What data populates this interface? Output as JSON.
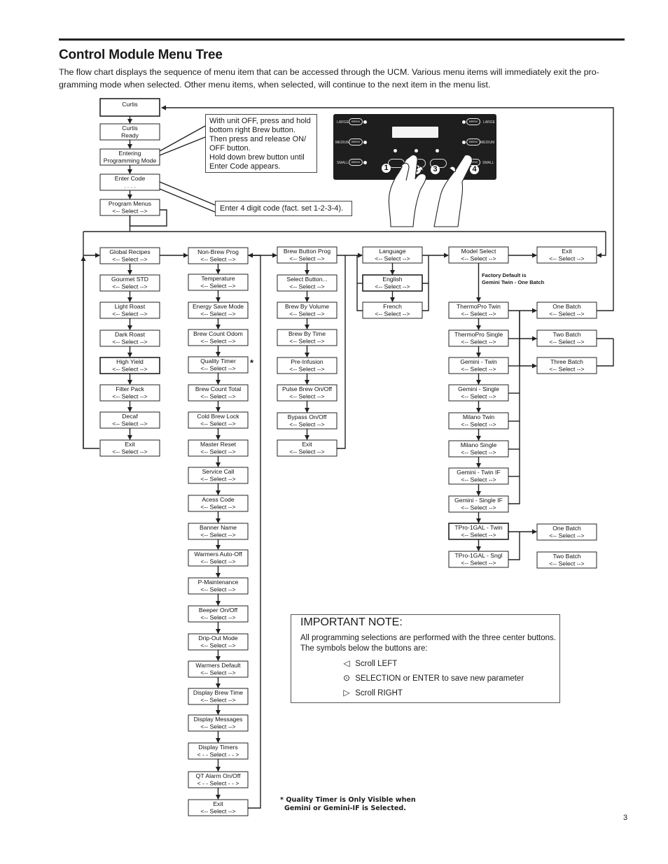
{
  "header": {
    "title": "Control Module Menu Tree",
    "intro": "The flow chart displays the sequence of menu item that can be accessed through the UCM. Various menu items will immediately exit the pro-gramming mode when selected. Other menu items, when selected, will continue to the next item in the menu list."
  },
  "callout_power": {
    "lines": [
      "With unit OFF, press and hold",
      "bottom right Brew button.",
      "Then press and release ON/",
      "OFF button.",
      "Hold down brew button until",
      "Enter Code appears."
    ]
  },
  "callout_code": "Enter 4 digit code (fact. set 1-2-3-4).",
  "factory_default": [
    "Factory Default is",
    "Gemini Twin - One Batch"
  ],
  "quality_timer_star": "*",
  "panel": {
    "numbers": [
      "1",
      "2",
      "3",
      "4"
    ],
    "labels": [
      "LARGE",
      "MEDIUM",
      "SMALL",
      "LARGE",
      "MEDIUM",
      "SMALL"
    ],
    "pill": "BREW"
  },
  "important_note": {
    "title": "IMPORTANT NOTE:",
    "body": "All programming selections are performed with the three center buttons. The symbols below the buttons are:",
    "symbols": [
      {
        "icon": "triangle-left-icon",
        "label": "Scroll LEFT"
      },
      {
        "icon": "circle-dot-icon",
        "label": "SELECTION or ENTER to save new parameter"
      },
      {
        "icon": "triangle-right-icon",
        "label": "Scroll RIGHT"
      }
    ]
  },
  "footnote": [
    "* Quality Timer is Only Visible when",
    "Gemini or Gemini-IF is Selected."
  ],
  "page_number": "3",
  "boxes": [
    {
      "id": "curtis",
      "lines": [
        "Curtis"
      ]
    },
    {
      "id": "curtis-ready",
      "lines": [
        "Curtis",
        "Ready"
      ]
    },
    {
      "id": "entering",
      "lines": [
        "Entering",
        "Programming Mode"
      ]
    },
    {
      "id": "enter-code",
      "lines": [
        "Enter Code",
        ". . . ."
      ]
    },
    {
      "id": "program-menus",
      "lines": [
        "Program Menus",
        "<-- Select -->"
      ]
    },
    {
      "id": "global-recipes",
      "lines": [
        "Global Recipes",
        "<-- Select -->"
      ]
    },
    {
      "id": "gourmet-std",
      "lines": [
        "Gourmet STD",
        "<-- Select -->"
      ]
    },
    {
      "id": "light-roast",
      "lines": [
        "Light Roast",
        "<-- Select -->"
      ]
    },
    {
      "id": "dark-roast",
      "lines": [
        "Dark Roast",
        "<-- Select -->"
      ]
    },
    {
      "id": "high-yield",
      "lines": [
        "High Yield",
        "<-- Select -->"
      ]
    },
    {
      "id": "filter-pack",
      "lines": [
        "Filter Pack",
        "<-- Select -->"
      ]
    },
    {
      "id": "decaf",
      "lines": [
        "Decaf",
        "<-- Select -->"
      ]
    },
    {
      "id": "exit-recipes",
      "lines": [
        "Exit",
        "<-- Select -->"
      ]
    },
    {
      "id": "non-brew-prog",
      "lines": [
        "Non-Brew Prog",
        "<-- Select -->"
      ]
    },
    {
      "id": "temperature",
      "lines": [
        "Temperature",
        "<-- Select -->"
      ]
    },
    {
      "id": "energy-save",
      "lines": [
        "Energy Save Mode",
        "<-- Select -->"
      ]
    },
    {
      "id": "brew-count-odom",
      "lines": [
        "Brew Count Odom",
        "<-- Select -->"
      ]
    },
    {
      "id": "quality-timer",
      "lines": [
        "Quality Timer",
        "<-- Select -->"
      ]
    },
    {
      "id": "brew-count-total",
      "lines": [
        "Brew Count Total",
        "<-- Select -->"
      ]
    },
    {
      "id": "cold-brew-lock",
      "lines": [
        "Cold Brew Lock",
        "<-- Select -->"
      ]
    },
    {
      "id": "master-reset",
      "lines": [
        "Master Reset",
        "<-- Select -->"
      ]
    },
    {
      "id": "service-call",
      "lines": [
        "Service Call",
        "<-- Select -->"
      ]
    },
    {
      "id": "acess-code",
      "lines": [
        "Acess Code",
        "<-- Select -->"
      ]
    },
    {
      "id": "banner-name",
      "lines": [
        "Banner Name",
        "<-- Select -->"
      ]
    },
    {
      "id": "warmers-auto-off",
      "lines": [
        "Warmers Auto-Off",
        "<-- Select -->"
      ]
    },
    {
      "id": "p-maintenance",
      "lines": [
        "P-Maintenance",
        "<-- Select -->"
      ]
    },
    {
      "id": "beeper",
      "lines": [
        "Beeper On/Off",
        "<-- Select -->"
      ]
    },
    {
      "id": "drip-out",
      "lines": [
        "Drip-Out Mode",
        "<-- Select -->"
      ]
    },
    {
      "id": "warmers-default",
      "lines": [
        "Warmers Default",
        "<-- Select -->"
      ]
    },
    {
      "id": "display-brew-time",
      "lines": [
        "Display Brew Time",
        "<-- Select -->"
      ]
    },
    {
      "id": "display-messages",
      "lines": [
        "Display Messages",
        "<-- Select -->"
      ]
    },
    {
      "id": "display-timers",
      "lines": [
        "Display Timers",
        "< - - Select - - >"
      ]
    },
    {
      "id": "qt-alarm",
      "lines": [
        "QT Alarm On/Off",
        "< - - Select - - >"
      ]
    },
    {
      "id": "exit-nonbrew",
      "lines": [
        "Exit",
        "<-- Select -->"
      ]
    },
    {
      "id": "brew-button-prog",
      "lines": [
        "Brew Button Prog",
        "<-- Select -->"
      ]
    },
    {
      "id": "select-button",
      "lines": [
        "Select Button...",
        "<-- Select -->"
      ]
    },
    {
      "id": "brew-by-volume",
      "lines": [
        "Brew By Volume",
        "<-- Select -->"
      ]
    },
    {
      "id": "brew-by-time",
      "lines": [
        "Brew By Time",
        "<-- Select -->"
      ]
    },
    {
      "id": "pre-infusion",
      "lines": [
        "Pre-Infusion",
        "<-- Select -->"
      ]
    },
    {
      "id": "pulse-brew",
      "lines": [
        "Pulse Brew On/Off",
        "<-- Select -->"
      ]
    },
    {
      "id": "bypass",
      "lines": [
        "Bypass On/Off",
        "<-- Select -->"
      ]
    },
    {
      "id": "exit-brewbutton",
      "lines": [
        "Exit",
        "<-- Select -->"
      ]
    },
    {
      "id": "language",
      "lines": [
        "Language",
        "<-- Select -->"
      ]
    },
    {
      "id": "english",
      "lines": [
        "English",
        "<-- Select -->"
      ]
    },
    {
      "id": "french",
      "lines": [
        "French",
        "<-- Select -->"
      ]
    },
    {
      "id": "model-select",
      "lines": [
        "Model Select",
        "<-- Select -->"
      ]
    },
    {
      "id": "thermopro-twin",
      "lines": [
        "ThermoPro Twin",
        "<-- Select -->"
      ]
    },
    {
      "id": "thermopro-single",
      "lines": [
        "ThermoPro Single",
        "<-- Select -->"
      ]
    },
    {
      "id": "gemini-twin",
      "lines": [
        "Gemini - Twin",
        "<-- Select -->"
      ]
    },
    {
      "id": "gemini-single",
      "lines": [
        "Gemini - Single",
        "<-- Select -->"
      ]
    },
    {
      "id": "milano-twin",
      "lines": [
        "Milano Twin",
        "<-- Select -->"
      ]
    },
    {
      "id": "milano-single",
      "lines": [
        "Milano Single",
        "<-- Select -->"
      ]
    },
    {
      "id": "gemini-twin-if",
      "lines": [
        "Gemini - Twin IF",
        "<-- Select -->"
      ]
    },
    {
      "id": "gemini-single-if",
      "lines": [
        "Gemini - Single IF",
        "<-- Select -->"
      ]
    },
    {
      "id": "tpro-twin",
      "lines": [
        "TPro-1GAL - Twin",
        "<-- Select -->"
      ]
    },
    {
      "id": "tpro-sngl",
      "lines": [
        "TPro-1GAL - Sngl",
        "<-- Select -->"
      ]
    },
    {
      "id": "exit-top",
      "lines": [
        "Exit",
        "<-- Select -->"
      ]
    },
    {
      "id": "one-batch",
      "lines": [
        "One Batch",
        "<-- Select -->"
      ]
    },
    {
      "id": "two-batch",
      "lines": [
        "Two Batch",
        "<-- Select -->"
      ]
    },
    {
      "id": "three-batch",
      "lines": [
        "Three Batch",
        "<-- Select -->"
      ]
    },
    {
      "id": "one-batch-tpro",
      "lines": [
        "One Batch",
        "<-- Select -->"
      ]
    },
    {
      "id": "two-batch-tpro",
      "lines": [
        "Two Batch",
        "<-- Select -->"
      ]
    }
  ]
}
